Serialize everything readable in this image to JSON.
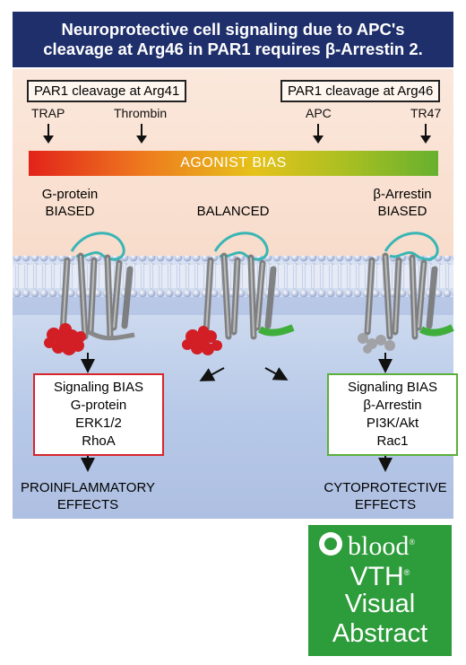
{
  "title": {
    "line1": "Neuroprotective cell signaling due to APC's",
    "line2": "cleavage at Arg46 in PAR1 requires β-Arrestin 2."
  },
  "cleavage": {
    "left_box": "PAR1 cleavage at Arg41",
    "right_box": "PAR1 cleavage at Arg46",
    "agonists": [
      "TRAP",
      "Thrombin",
      "APC",
      "TR47"
    ]
  },
  "bias_bar": "AGONIST BIAS",
  "categories": {
    "left": [
      "G-protein",
      "BIASED"
    ],
    "middle": "BALANCED",
    "right": [
      "β-Arrestin",
      "BIASED"
    ]
  },
  "signaling_left": [
    "Signaling BIAS",
    "G-protein",
    "ERK1/2",
    "RhoA"
  ],
  "signaling_right": [
    "Signaling BIAS",
    "β-Arrestin",
    "PI3K/Akt",
    "Rac1"
  ],
  "effects": {
    "left": [
      "PROINFLAMMATORY",
      "EFFECTS"
    ],
    "right": [
      "CYTOPROTECTIVE",
      "EFFECTS"
    ]
  },
  "logo": {
    "brand": "blood",
    "registered": "®",
    "line1": "VTH",
    "line2": "Visual",
    "line3": "Abstract"
  },
  "colors": {
    "title_bg": "#1f2f6b",
    "g_protein_box": "#d7252b",
    "arrestin_box": "#5bb03c",
    "logo_bg": "#2d9c3a"
  }
}
